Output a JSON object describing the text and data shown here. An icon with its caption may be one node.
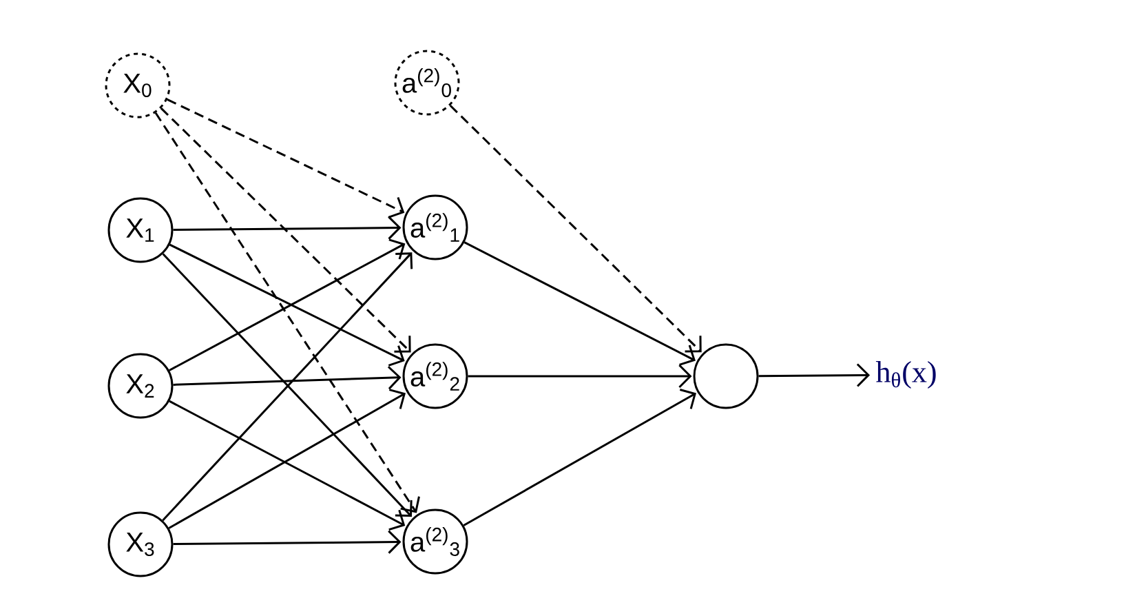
{
  "diagram": {
    "nodes": [
      {
        "text": [
          "X$_{0}$"
        ]
      },
      {
        "text": [
          "a$^{(2)}$$_{0}$"
        ]
      },
      {
        "text": [
          "X$_{1}$"
        ]
      },
      {
        "text": [
          "X$_{2}$"
        ]
      },
      {
        "text": [
          "X$_{3}$"
        ]
      },
      {
        "text": [
          "a$^{(2)}$$_{1}$"
        ]
      },
      {
        "text": [
          "a$^{(2)}$$_{2}$"
        ]
      },
      {
        "text": [
          "a$^{(2)}$$_{3}$"
        ]
      },
      {
        "text": [],
        "shape": "circle"
      },
      {
        "text": [
          "h$_{θ}$(x)"
        ]
      }
    ],
    "edges": [
      {
        "from": 0,
        "to": 5,
        "arrow": "to",
        "style": "dashed"
      },
      {
        "from": 0,
        "to": 6,
        "arrow": "to",
        "style": "dashed"
      },
      {
        "from": 0,
        "to": 7,
        "arrow": "to",
        "style": "dashed"
      },
      {
        "from": 2,
        "to": 5,
        "arrow": "to"
      },
      {
        "from": 2,
        "to": 6,
        "arrow": "to"
      },
      {
        "from": 2,
        "to": 7,
        "arrow": "to"
      },
      {
        "from": 3,
        "to": 5,
        "arrow": "to"
      },
      {
        "from": 3,
        "to": 6,
        "arrow": "to"
      },
      {
        "from": 3,
        "to": 7,
        "arrow": "to"
      },
      {
        "from": 4,
        "to": 5,
        "arrow": "to"
      },
      {
        "from": 4,
        "to": 6,
        "arrow": "to"
      },
      {
        "from": 4,
        "to": 7,
        "arrow": "to"
      },
      {
        "from": 1,
        "to": 8,
        "arrow": "to",
        "style": "dashed"
      },
      {
        "from": 5,
        "to": 8,
        "arrow": "to"
      },
      {
        "from": 6,
        "to": 8,
        "arrow": "to"
      },
      {
        "from": 7,
        "to": 8,
        "arrow": "to"
      },
      {
        "from": 8,
        "to": 9,
        "arrow": "to"
      }
    ]
  }
}
